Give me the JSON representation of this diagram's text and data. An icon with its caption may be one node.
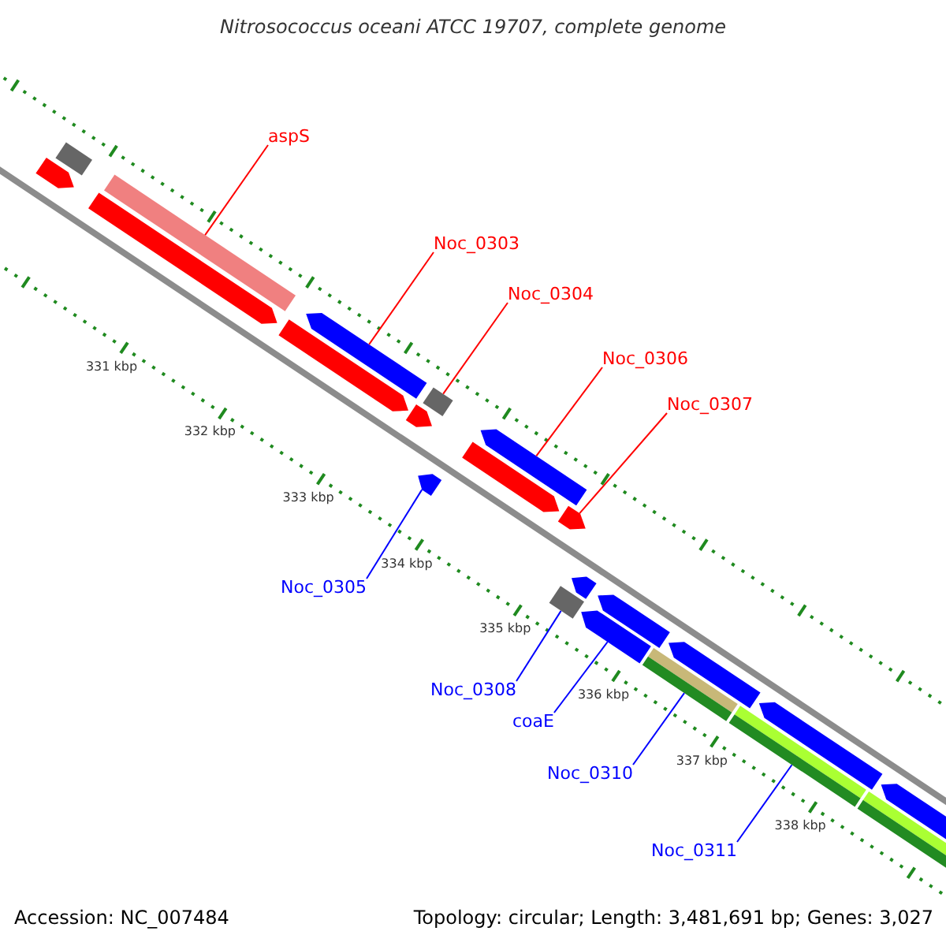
{
  "diagram": {
    "title": "Nitrosococcus oceani ATCC 19707, complete genome",
    "nodes": [
      {
        "text": [
          "aspS"
        ]
      },
      {
        "text": [
          "Noc_0303"
        ]
      },
      {
        "text": [
          "Noc_0304"
        ]
      },
      {
        "text": [
          "Noc_0306"
        ]
      },
      {
        "text": [
          "Noc_0307"
        ]
      },
      {
        "text": [
          "Noc_0305"
        ]
      },
      {
        "text": [
          "Noc_0308"
        ]
      },
      {
        "text": [
          "coaE"
        ]
      },
      {
        "text": [
          "Noc_0310"
        ]
      },
      {
        "text": [
          "Noc_0311"
        ]
      },
      {
        "text": [],
        "shape": "arrow"
      },
      {
        "text": [],
        "shape": "bar"
      },
      {
        "text": [],
        "shape": "arrow"
      },
      {
        "text": [],
        "shape": "bar"
      },
      {
        "text": [],
        "shape": "arrow"
      },
      {
        "text": [],
        "shape": "arrow"
      },
      {
        "text": [],
        "shape": "arrow"
      },
      {
        "text": [],
        "shape": "bar"
      },
      {
        "text": [],
        "shape": "arrow"
      },
      {
        "text": [],
        "shape": "arrow"
      },
      {
        "text": [],
        "shape": "arrow"
      },
      {
        "text": [],
        "shape": "arrow"
      },
      {
        "text": [],
        "shape": "bar"
      },
      {
        "text": [],
        "shape": "arrow"
      },
      {
        "text": [],
        "shape": "arrow"
      },
      {
        "text": [],
        "shape": "arrow"
      },
      {
        "text": [],
        "shape": "bar"
      },
      {
        "text": [],
        "shape": "arrow"
      },
      {
        "text": [],
        "shape": "bar"
      },
      {
        "text": [],
        "shape": "arrow"
      },
      {
        "text": [],
        "shape": "bar"
      },
      {
        "text": [],
        "shape": "arrow"
      }
    ],
    "edges": [
      {
        "from": 0,
        "to": 13,
        "arrow": "none",
        "color": "#ff0000"
      },
      {
        "from": 1,
        "to": 15,
        "arrow": "none",
        "color": "#ff0000"
      },
      {
        "from": 2,
        "to": 17,
        "arrow": "none",
        "color": "#ff0000"
      },
      {
        "from": 3,
        "to": 20,
        "arrow": "none",
        "color": "#ff0000"
      },
      {
        "from": 4,
        "to": 21,
        "arrow": "none",
        "color": "#ff0000"
      },
      {
        "from": 5,
        "to": 18,
        "arrow": "none",
        "color": "#0000ff"
      },
      {
        "from": 6,
        "to": 22,
        "arrow": "none",
        "color": "#0000ff"
      },
      {
        "from": 7,
        "to": 24,
        "arrow": "none",
        "color": "#0000ff"
      },
      {
        "from": 8,
        "to": 26,
        "arrow": "none",
        "color": "#0000ff"
      },
      {
        "from": 9,
        "to": 28,
        "arrow": "none",
        "color": "#0000ff"
      }
    ],
    "labels": [
      "331 kbp",
      "332 kbp",
      "333 kbp",
      "334 kbp",
      "335 kbp",
      "336 kbp",
      "337 kbp",
      "338 kbp",
      "Accession: NC_007484",
      "Topology: circular; Length: 3,481,691 bp; Genes: 3,027"
    ]
  }
}
